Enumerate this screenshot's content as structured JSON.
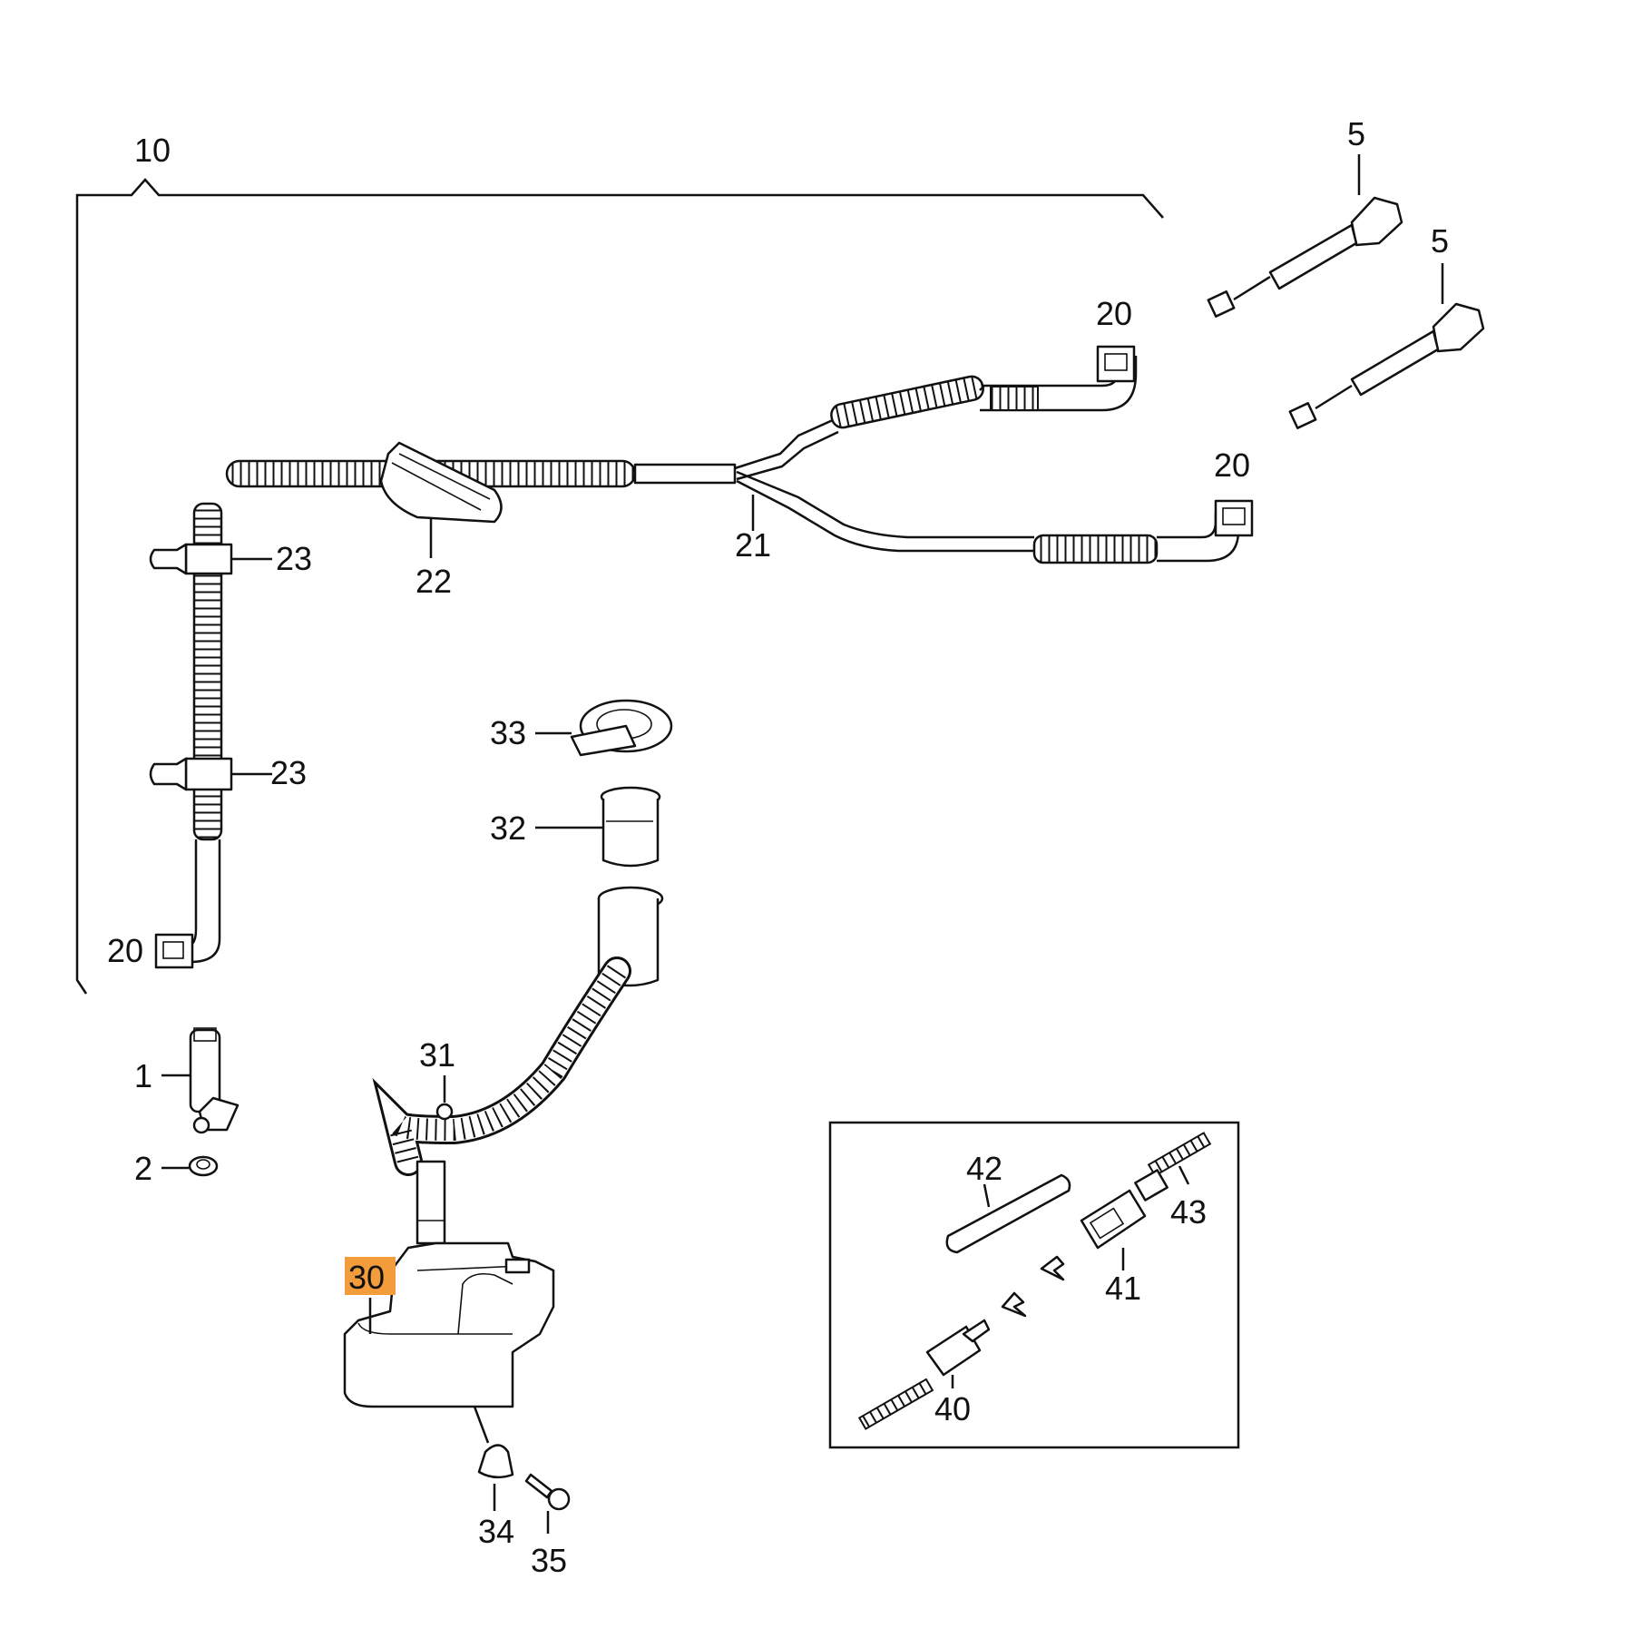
{
  "diagram": {
    "highlight_color": "#f39c3c",
    "line_color": "#111111",
    "background": "#ffffff",
    "callouts": {
      "c10": "10",
      "c5a": "5",
      "c5b": "5",
      "c20a": "20",
      "c20b": "20",
      "c20c": "20",
      "c21": "21",
      "c22": "22",
      "c23a": "23",
      "c23b": "23",
      "c33": "33",
      "c32": "32",
      "c31": "31",
      "c1": "1",
      "c2": "2",
      "c30": "30",
      "c34": "34",
      "c35": "35",
      "c42": "42",
      "c43": "43",
      "c41": "41",
      "c40": "40"
    },
    "highlighted_part": "30"
  }
}
